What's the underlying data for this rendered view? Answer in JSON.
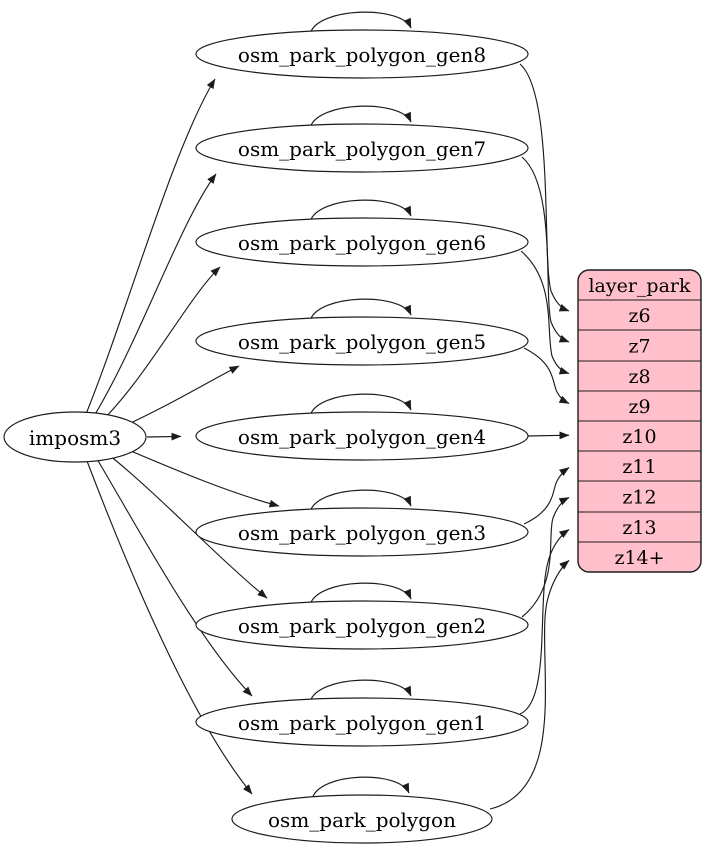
{
  "diagram": {
    "source": {
      "label": "imposm3"
    },
    "generalized_tables": [
      {
        "label": "osm_park_polygon_gen8",
        "target_zoom": "z6"
      },
      {
        "label": "osm_park_polygon_gen7",
        "target_zoom": "z7"
      },
      {
        "label": "osm_park_polygon_gen6",
        "target_zoom": "z8"
      },
      {
        "label": "osm_park_polygon_gen5",
        "target_zoom": "z9"
      },
      {
        "label": "osm_park_polygon_gen4",
        "target_zoom": "z10"
      },
      {
        "label": "osm_park_polygon_gen3",
        "target_zoom": "z11"
      },
      {
        "label": "osm_park_polygon_gen2",
        "target_zoom": "z12"
      },
      {
        "label": "osm_park_polygon_gen1",
        "target_zoom": "z13"
      },
      {
        "label": "osm_park_polygon",
        "target_zoom": "z14+"
      }
    ],
    "layer": {
      "header": "layer_park",
      "rows": [
        "z6",
        "z7",
        "z8",
        "z9",
        "z10",
        "z11",
        "z12",
        "z13",
        "z14+"
      ]
    },
    "colors": {
      "layer_fill": "#ffc0cb",
      "node_fill": "#ffffff",
      "stroke": "#1c1c1c",
      "text": "#000000"
    }
  }
}
